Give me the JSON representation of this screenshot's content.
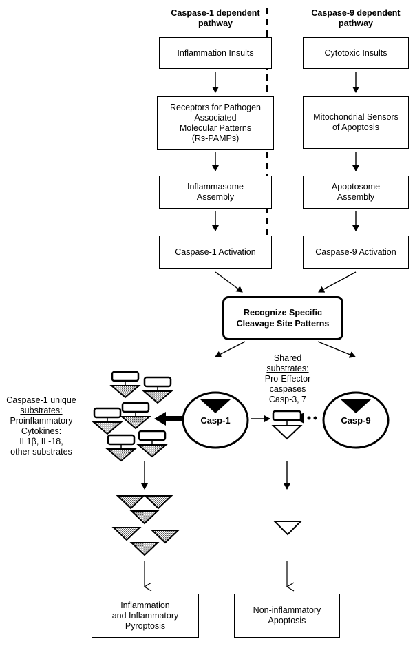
{
  "left_pathway": {
    "heading": "Caspase-1 dependent\npathway",
    "steps": [
      "Inflammation Insults",
      "Receptors for Pathogen\nAssociated\nMolecular Patterns\n(Rs-PAMPs)",
      "Inflammasome\nAssembly",
      "Caspase-1 Activation"
    ]
  },
  "right_pathway": {
    "heading": "Caspase-9 dependent\npathway",
    "steps": [
      "Cytotoxic Insults",
      "Mitochondrial Sensors\nof Apoptosis",
      "Apoptosome\nAssembly",
      "Caspase-9 Activation"
    ]
  },
  "convergence": {
    "label": "Recognize Specific\nCleavage Site Patterns"
  },
  "caspase1_substrates": {
    "title": "Caspase-1 unique\nsubstrates:",
    "text": "Proinflammatory\nCytokines:\nIL1β, IL-18,\nother substrates"
  },
  "shared_substrates": {
    "title": "Shared\nsubstrates:",
    "text": "Pro-Effector\ncaspases\nCasp-3, 7"
  },
  "enzymes": {
    "casp1": "Casp-1",
    "casp9": "Casp-9"
  },
  "outcomes": {
    "left": "Inflammation\nand Inflammatory\nPyroptosis",
    "right": "Non-inflammatory\nApoptosis"
  },
  "colors": {
    "ink": "#000000",
    "stipple": "#9a9a9a",
    "background": "#ffffff"
  }
}
